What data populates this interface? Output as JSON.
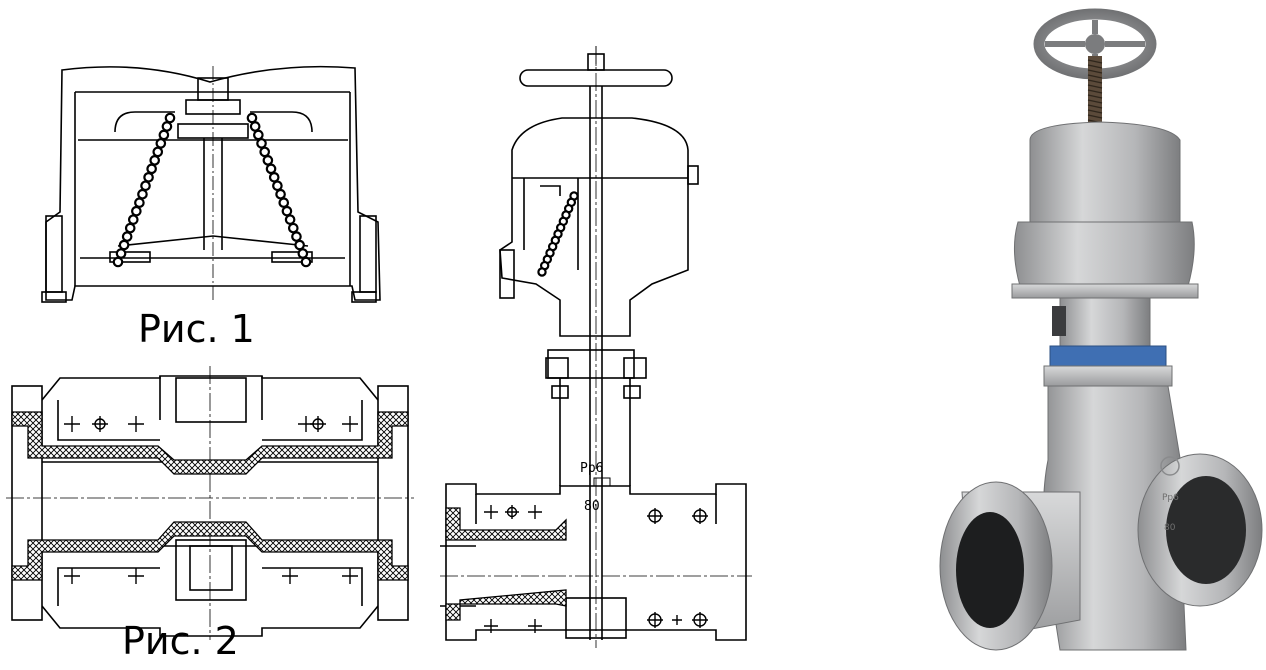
{
  "figures": {
    "fig1_caption": "Рис. 1",
    "fig2_caption": "Рис. 2"
  },
  "drawing_marks": {
    "pressure": "Pр6",
    "temperature": "80"
  },
  "photo_marks": {
    "pressure": "Pр6",
    "temperature": "80"
  },
  "colors": {
    "line": "#000000",
    "lining_hatch": "#000000",
    "metal_light": "#c9cacb",
    "metal_dark": "#8e8f91",
    "coupling_blue": "#3f6fb3"
  }
}
